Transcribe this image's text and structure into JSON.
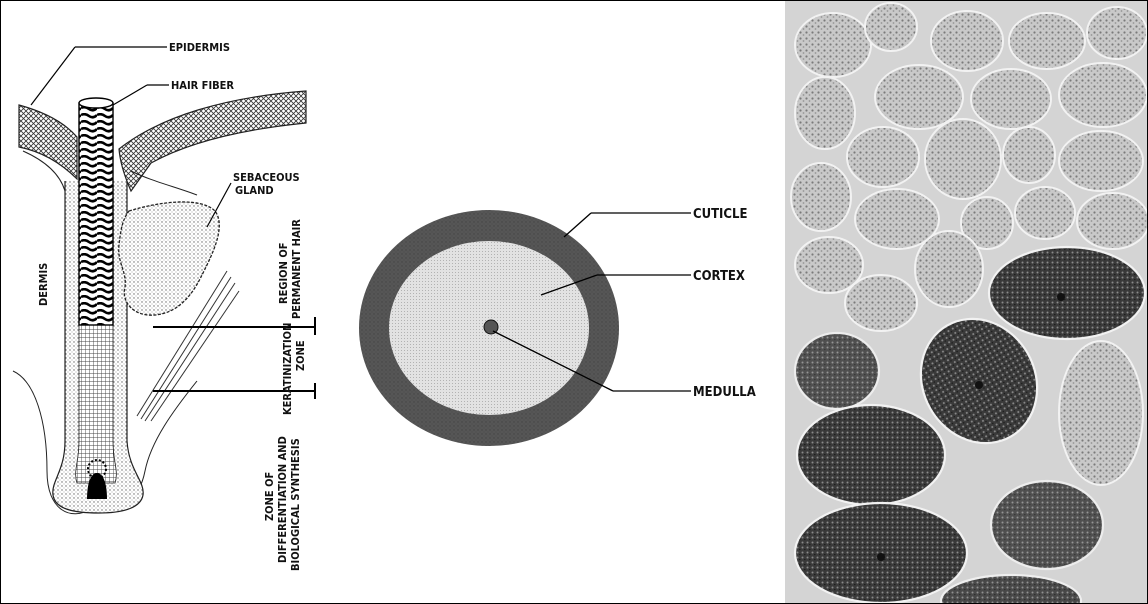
{
  "hair_follicle": {
    "labels": {
      "epidermis": "EPIDERMIS",
      "hair_fiber": "HAIR FIBER",
      "sebaceous_1": "SEBACEOUS",
      "sebaceous_2": "GLAND",
      "dermis": "DERMIS",
      "region_1": "REGION OF",
      "region_2": "PERMANENT HAIR",
      "kerat_1": "KERATINIZATION",
      "kerat_2": "ZONE",
      "zone_1": "ZONE OF",
      "zone_2": "DIFFERENTIATION AND",
      "zone_3": "BIOLOGICAL SYNTHESIS"
    }
  },
  "cross_section": {
    "labels": {
      "cuticle": "CUTICLE",
      "cortex": "CORTEX",
      "medulla": "MEDULLA"
    },
    "colors": {
      "cuticle": "#3f3f3f",
      "cortex": "#d9d9d9",
      "medulla": "#555555"
    }
  },
  "micrograph": {
    "background": "#d6d6d6",
    "cell_dark": "#2e2e2e",
    "cell_light": "#aaaaaa"
  }
}
